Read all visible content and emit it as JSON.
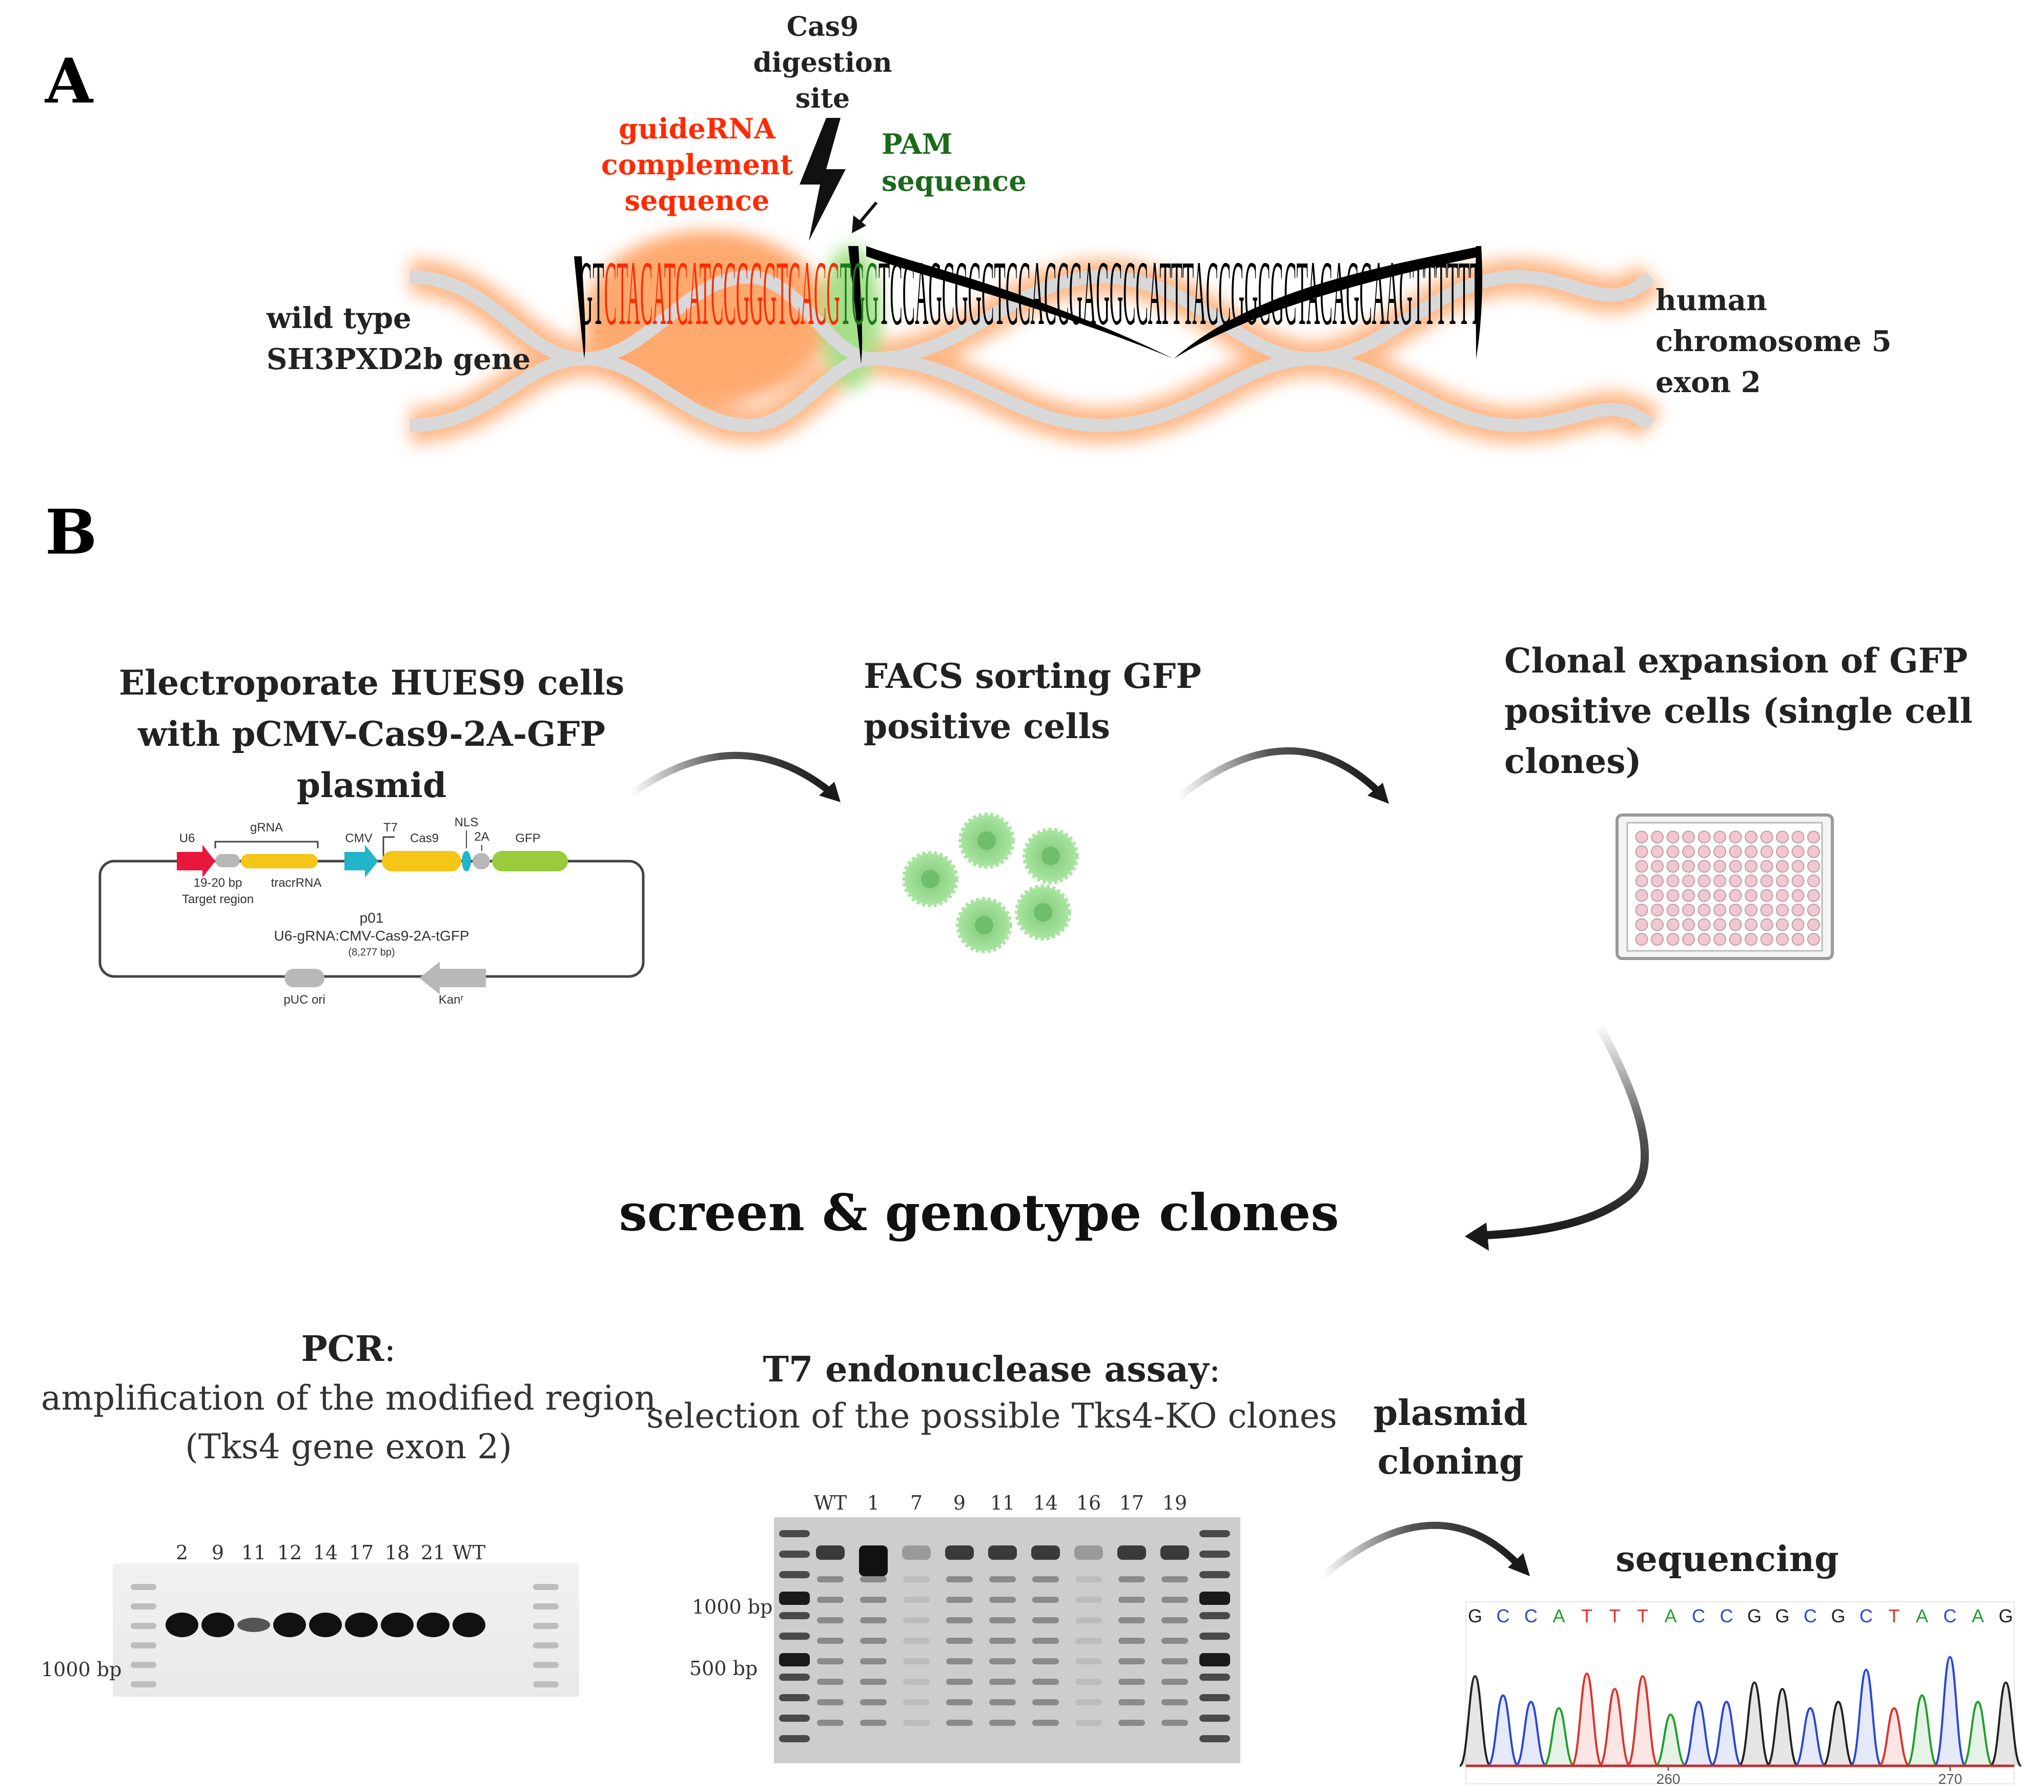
{
  "panel_a": {
    "label": "A",
    "gene_label_line1": "wild type",
    "gene_label_line2": "SH3PXD2b gene",
    "chromosome_line1": "human",
    "chromosome_line2": "chromosome 5",
    "chromosome_line3": "exon 2",
    "cas9_line1": "Cas9",
    "cas9_line2": "digestion",
    "cas9_line3": "site",
    "guide_line1": "guideRNA",
    "guide_line2": "complement",
    "guide_line3": "sequence",
    "pam_line1": "PAM",
    "pam_line2": "sequence",
    "seq_prefix": "GT",
    "seq_guide": "CTACATCATCCGGGTCACG",
    "seq_pam": "TGG",
    "seq_rest": "TCCAGCGGCTCCACCGAGGCCATTTACCGGCGCTACAGCAAGTTTTTT",
    "colors": {
      "guide": "#ff2a00",
      "pam": "#1a7a1a",
      "glow": "#ffb07a",
      "strand": "#d8d8d8"
    }
  },
  "panel_b": {
    "label": "B",
    "step1_line1": "Electroporate HUES9 cells",
    "step1_line2": "with pCMV-Cas9-2A-GFP",
    "step1_line3": "plasmid",
    "step2_line1": "FACS sorting GFP",
    "step2_line2": "positive cells",
    "step3_line1": "Clonal expansion of GFP",
    "step3_line2": "positive cells (single cell",
    "step3_line3": "clones)",
    "screen_title": "screen & genotype clones",
    "plasmid": {
      "u6": "U6",
      "grna": "gRNA",
      "cmv": "CMV",
      "t7": "T7",
      "cas9": "Cas9",
      "nls": "NLS",
      "twoa": "2A",
      "gfp": "GFP",
      "bp_range": "19-20 bp",
      "target_region": "Target region",
      "tracrrna": "tracrRNA",
      "name": "p01",
      "construct": "U6-gRNA:CMV-Cas9-2A-tGFP",
      "size": "(8,277 bp)",
      "puc": "pUC ori",
      "kan": "Kanʳ"
    },
    "pcr": {
      "title": "PCR",
      "colon": ":",
      "desc_line1": "amplification of the modified region",
      "desc_line2": "(Tks4 gene exon 2)",
      "lanes": [
        "2",
        "9",
        "11",
        "12",
        "14",
        "17",
        "18",
        "21",
        "WT"
      ],
      "marker": "1000 bp"
    },
    "t7": {
      "title": "T7 endonuclease assay",
      "colon": ":",
      "desc": "selection of the possible Tks4-KO clones",
      "lanes": [
        "WT",
        "1",
        "7",
        "9",
        "11",
        "14",
        "16",
        "17",
        "19"
      ],
      "marker_1000": "1000 bp",
      "marker_500": "500 bp"
    },
    "plasmid_cloning_line1": "plasmid",
    "plasmid_cloning_line2": "cloning",
    "sequencing": {
      "title": "sequencing",
      "bases": [
        "G",
        "C",
        "C",
        "A",
        "T",
        "T",
        "T",
        "A",
        "C",
        "C",
        "G",
        "G",
        "C",
        "G",
        "C",
        "T",
        "A",
        "C",
        "A",
        "G"
      ],
      "tick_260": "260",
      "tick_270": "270"
    }
  }
}
